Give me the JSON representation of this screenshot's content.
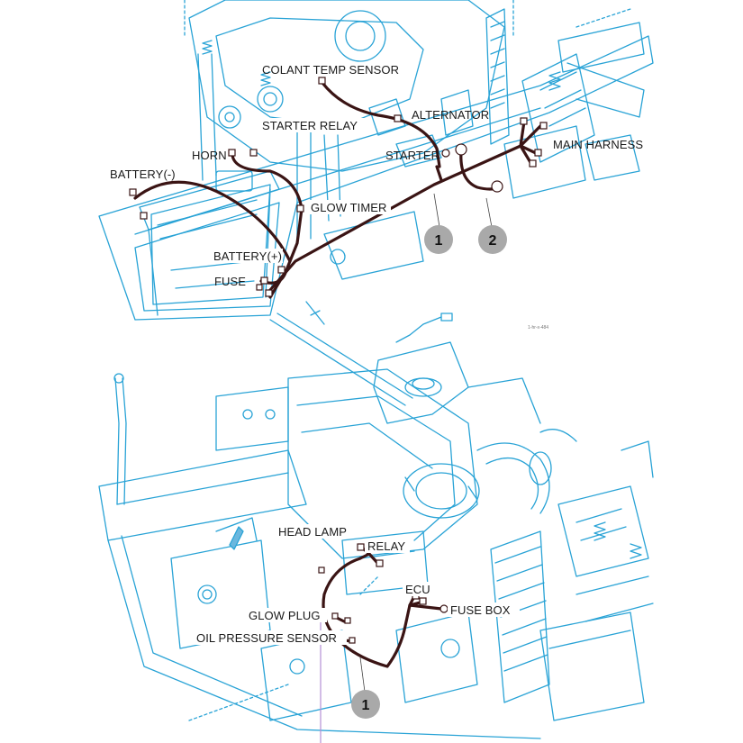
{
  "colors": {
    "engine_line": "#29a3d6",
    "harness": "#3a1414",
    "callout_fill": "#a9a9a9",
    "label_text": "#1a1a1a"
  },
  "top_view": {
    "labels": {
      "coolant_temp_sensor": "COLANT TEMP SENSOR",
      "starter_relay": "STARTER RELAY",
      "alternator": "ALTERNATOR",
      "horn": "HORN",
      "starter": "STARTER",
      "main_harness": "MAIN HARNESS",
      "battery_neg": "BATTERY(-)",
      "glow_timer": "GLOW TIMER",
      "battery_pos": "BATTERY(+)",
      "fuse": "FUSE"
    },
    "callouts": [
      "1",
      "2"
    ],
    "figure_code": "1-hr-x-484"
  },
  "bottom_view": {
    "labels": {
      "head_lamp": "HEAD LAMP",
      "relay": "RELAY",
      "ecu": "ECU",
      "glow_plug": "GLOW PLUG",
      "fuse_box": "FUSE BOX",
      "oil_pressure_sensor": "OIL PRESSURE SENSOR"
    },
    "callouts": [
      "1"
    ]
  }
}
